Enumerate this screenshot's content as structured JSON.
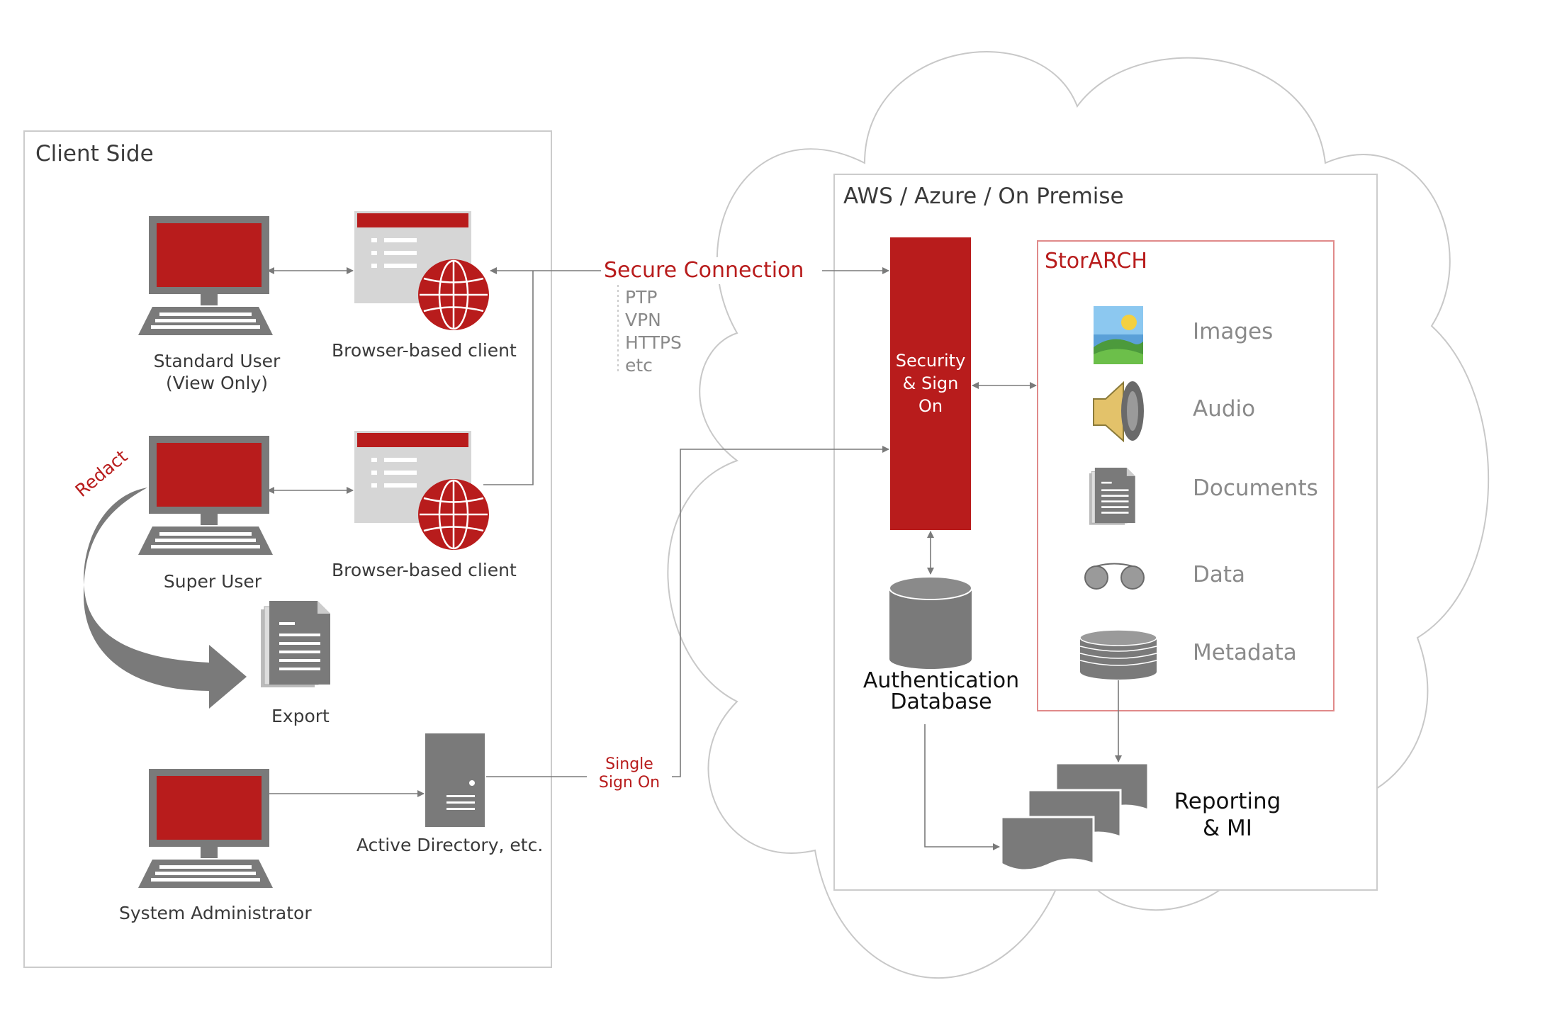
{
  "client": {
    "title": "Client Side",
    "standard_user": {
      "line1": "Standard User",
      "line2": "(View Only)"
    },
    "super_user": "Super User",
    "browser_client_1": "Browser-based client",
    "browser_client_2": "Browser-based client",
    "redact": "Redact",
    "export": "Export",
    "system_admin": "System Administrator",
    "active_directory": "Active Directory, etc."
  },
  "connection": {
    "secure_label": "Secure Connection",
    "protocols": [
      "PTP",
      "VPN",
      "HTTPS",
      "etc"
    ],
    "sso": {
      "line1": "Single",
      "line2": "Sign On"
    }
  },
  "cloud": {
    "title": "AWS / Azure / On Premise",
    "security": {
      "line1": "Security",
      "line2": "& Sign",
      "line3": "On"
    },
    "auth_db": {
      "line1": "Authentication",
      "line2": "Database"
    },
    "storarch": {
      "title": "StorARCH",
      "items": [
        "Images",
        "Audio",
        "Documents",
        "Data",
        "Metadata"
      ]
    },
    "reporting": {
      "line1": "Reporting",
      "line2": "& MI"
    }
  },
  "colors": {
    "accent": "#b81c1c",
    "grey": "#7a7a7a",
    "light_grey": "#d6d6d6"
  }
}
